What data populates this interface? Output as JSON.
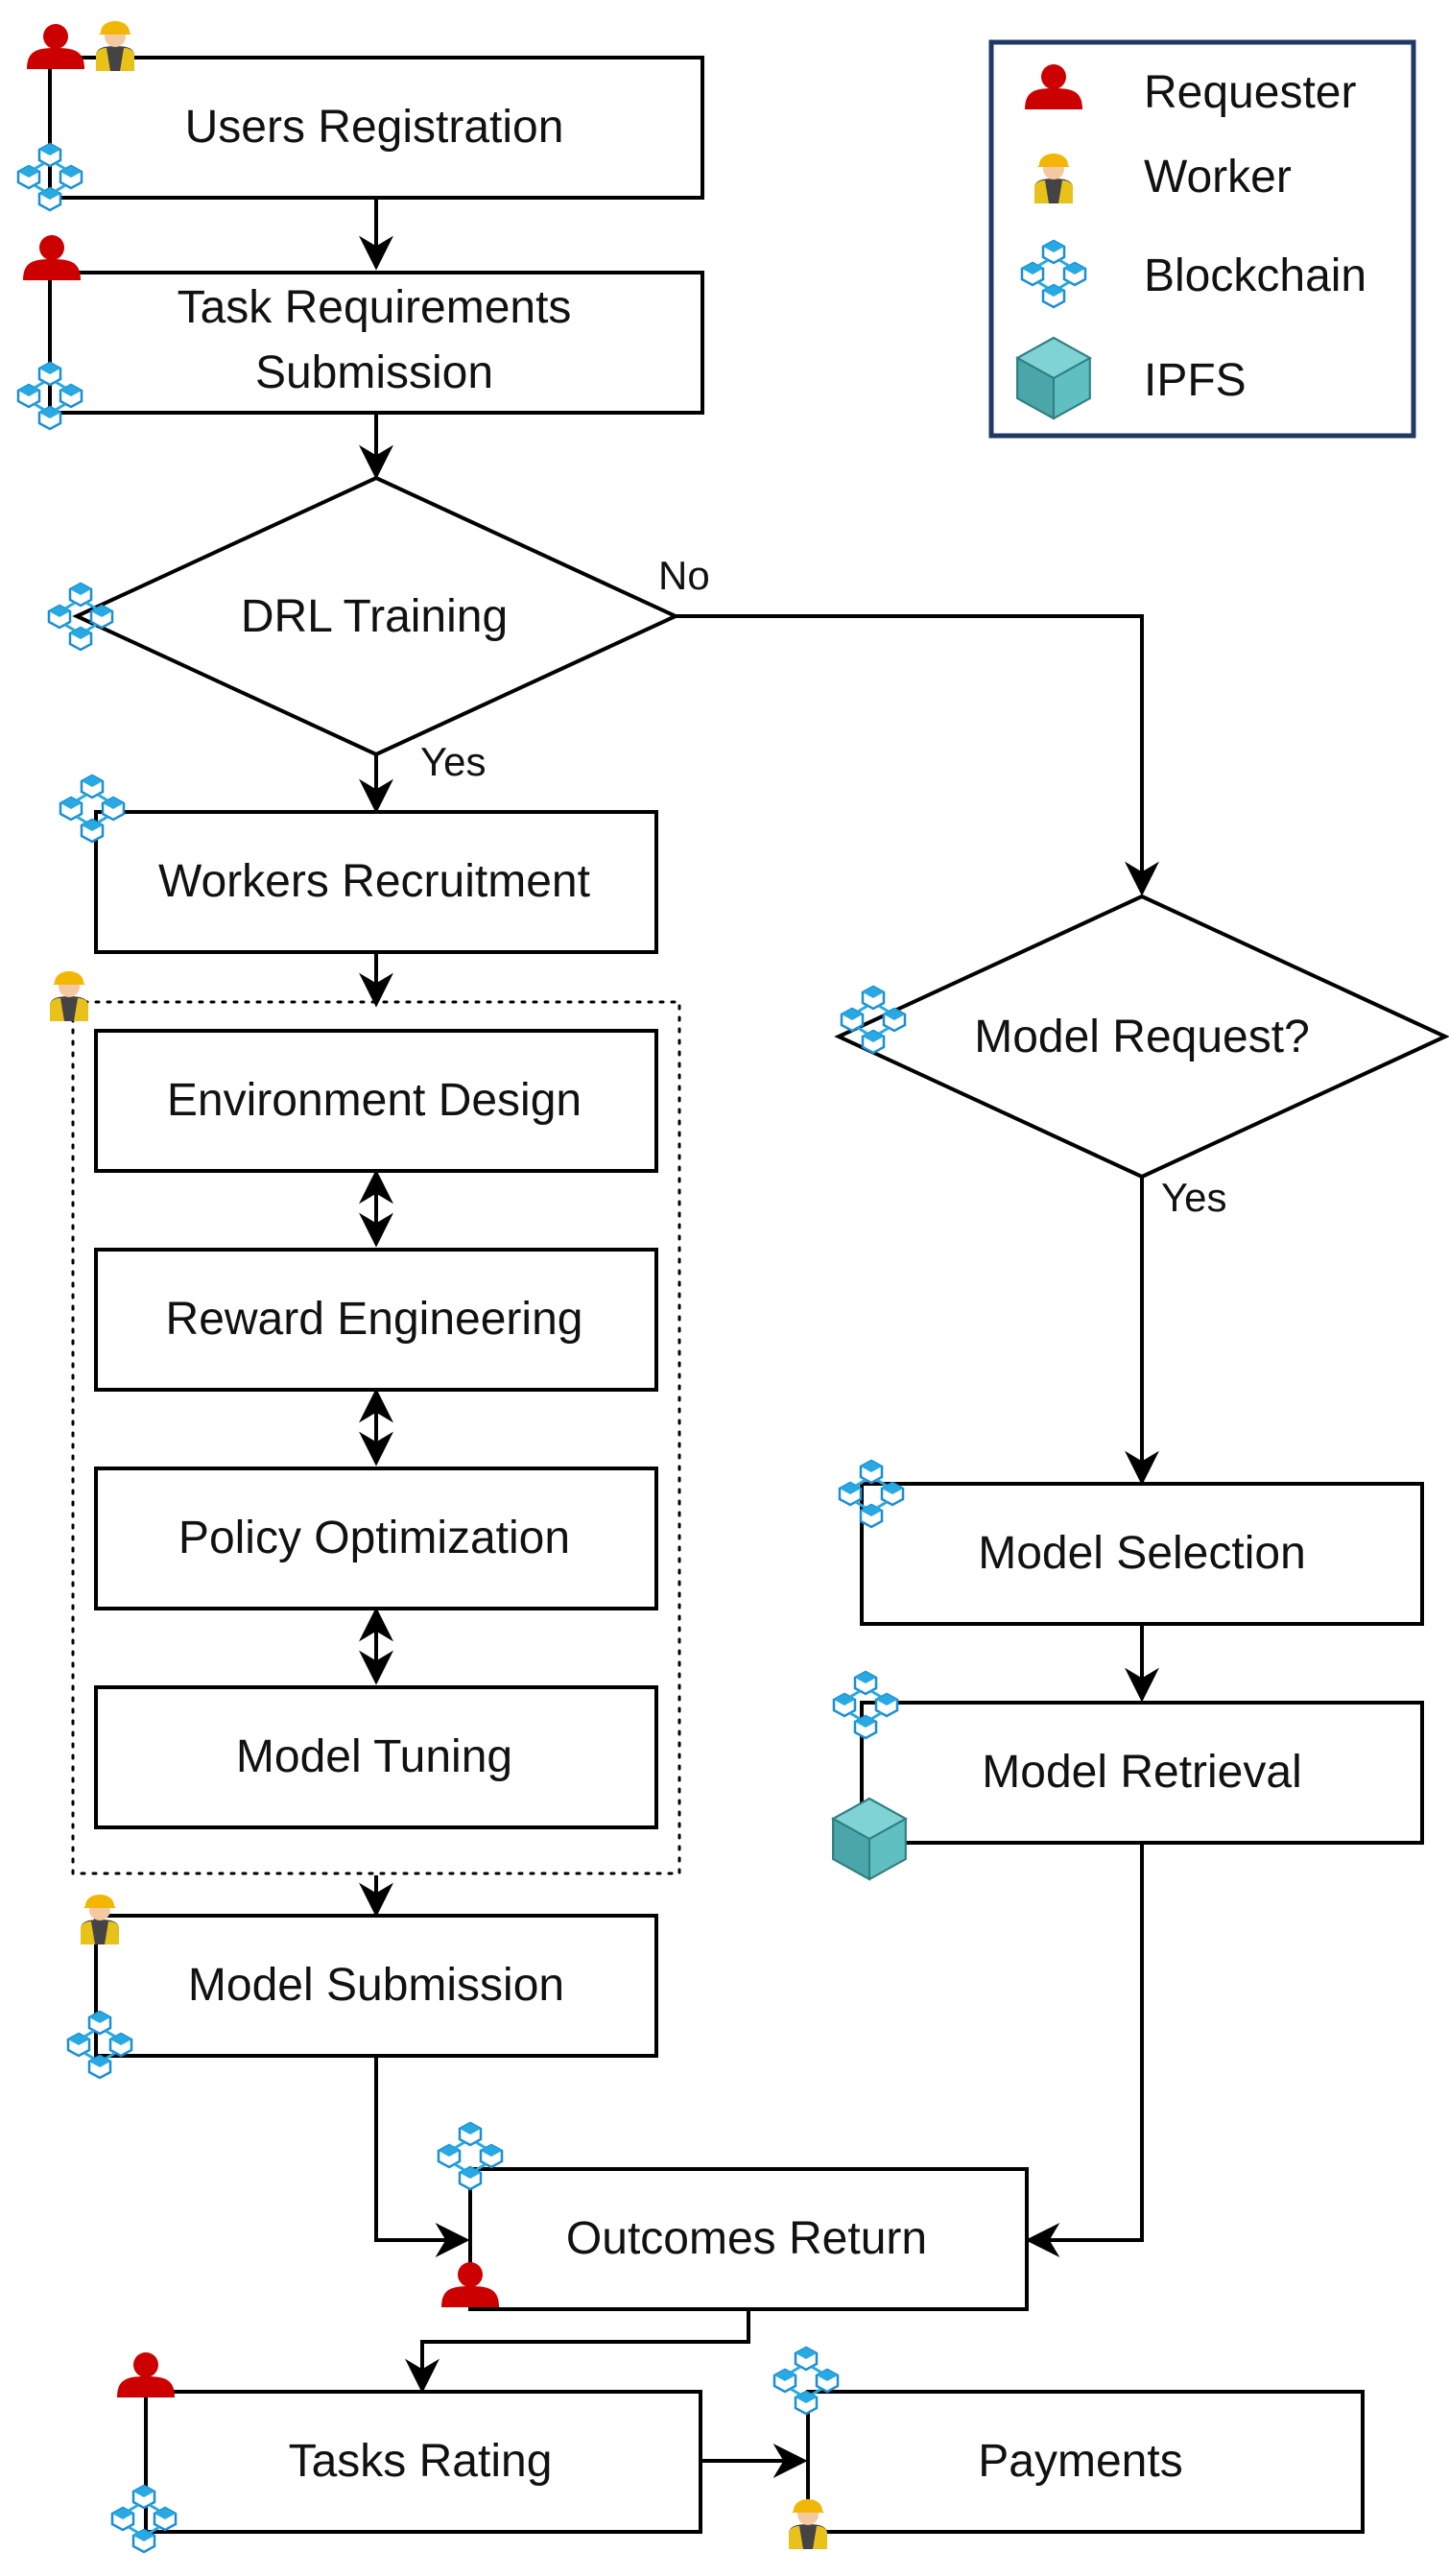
{
  "legend": {
    "items": [
      {
        "icon": "requester-icon",
        "label": "Requester"
      },
      {
        "icon": "worker-icon",
        "label": "Worker"
      },
      {
        "icon": "blockchain-icon",
        "label": "Blockchain"
      },
      {
        "icon": "ipfs-icon",
        "label": "IPFS"
      }
    ]
  },
  "nodes": {
    "users_registration": "Users Registration",
    "task_requirements_line1": "Task Requirements",
    "task_requirements_line2": "Submission",
    "drl_training": "DRL Training",
    "workers_recruitment": "Workers Recruitment",
    "environment_design": "Environment Design",
    "reward_engineering": "Reward Engineering",
    "policy_optimization": "Policy Optimization",
    "model_tuning": "Model Tuning",
    "model_submission": "Model Submission",
    "model_request": "Model Request?",
    "model_selection": "Model Selection",
    "model_retrieval": "Model Retrieval",
    "outcomes_return": "Outcomes Return",
    "tasks_rating": "Tasks Rating",
    "payments": "Payments"
  },
  "edges": {
    "no_label": "No",
    "yes_label_drl": "Yes",
    "yes_label_request": "Yes"
  },
  "colors": {
    "requester": "#cc0000",
    "worker_helmet": "#f2b705",
    "worker_vest": "#e8c21a",
    "blockchain": "#29a9e1",
    "ipfs": "#4fb3b5",
    "legend_border": "#1f3864",
    "stroke": "#000000"
  }
}
